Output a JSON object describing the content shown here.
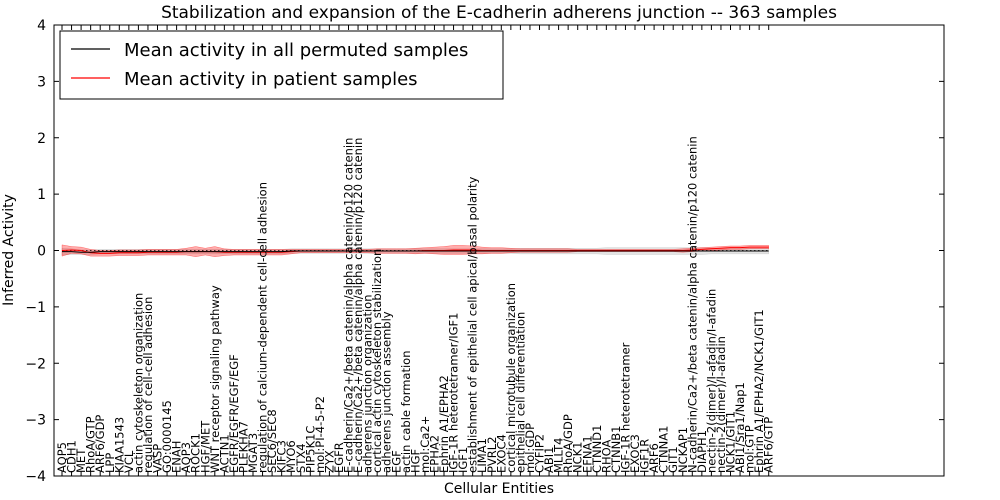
{
  "chart_data": {
    "type": "line",
    "title": "Stabilization and expansion of the E-cadherin adherens junction -- 363 samples",
    "xlabel": "Cellular Entities",
    "ylabel": "Inferred Activity",
    "ylim": [
      -4,
      4
    ],
    "yticks": [
      -4,
      -3,
      -2,
      -1,
      0,
      1,
      2,
      3,
      4
    ],
    "grid": false,
    "legend_position": "top-left",
    "categories": [
      "AQP5",
      "CDH1",
      "MET",
      "RhoA/GTP",
      "ARF6/GDP",
      "LPP",
      "KIAA1543",
      "VCL",
      "actin cytoskeleton organization",
      "regulation of cell-cell adhesion",
      "VASP",
      "GO:0000145",
      "ENAH",
      "AQP3",
      "ROCK1",
      "HGF/MET",
      "WNT receptor signaling pathway",
      "ACTN1",
      "EGFR/EGFR/EGF/EGF",
      "PLEKHA7",
      "MGAT3",
      "regulation of calcium-dependent cell-cell adhesion",
      "SEC6/SEC8",
      "KIFC3",
      "MYO6",
      "STX4",
      "PIP5K1C",
      "mol:PI-4-5-P2",
      "ZYX",
      "EGFR",
      "E-cadherin/Ca2+/beta catenin/alpha catenin/p120 catenin",
      "E-cadherin/Ca2+/beta catenin/alpha catenin/p120 catenin",
      "adherens junction organization",
      "cortical actin cytoskeleton stabilization",
      "adherens junction assembly",
      "EGF",
      "actin cable formation",
      "HGF",
      "mol:Ca2+",
      "EPHA2",
      "Ephrin A1/EPHA2",
      "IGF-1R heterotetramer/IGF1",
      "IGF1",
      "establishment of epithelial cell apical/basal polarity",
      "LIMA1",
      "PVRL2",
      "EXOC4",
      "cortical microtubule organization",
      "epithelial cell differentiation",
      "mol:GDP",
      "CYFIP2",
      "ABI1",
      "MLLT4",
      "RhoA/GDP",
      "NCK1",
      "EFNA1",
      "CTNND1",
      "RHOA",
      "CTNNB1",
      "IGF-1R heterotetramer",
      "EXOC3",
      "IGF1R",
      "ARF6",
      "CTNNA1",
      "GIT1",
      "NCKAP1",
      "N-cadherin/Ca2+/beta catenin/alpha catenin/p120 catenin",
      "DIAPH1",
      "nectin-2(dimer)/I-afadin/I-afadin",
      "nectin-2(dimer)/I-afadin",
      "NCK1/GIT1",
      "ABI1/Sra1/Nap1",
      "mol:GTP",
      "Ephrin A1/EPHA2/NCK1/GIT1",
      "ARF6/GTP"
    ],
    "series": [
      {
        "name": "Mean activity in all permuted samples",
        "color": "#000000",
        "values": [
          -0.02,
          -0.02,
          -0.03,
          -0.03,
          -0.02,
          -0.02,
          -0.02,
          -0.02,
          -0.02,
          -0.02,
          -0.02,
          -0.02,
          -0.02,
          -0.02,
          -0.02,
          -0.02,
          -0.02,
          -0.02,
          -0.02,
          -0.02,
          -0.02,
          -0.02,
          -0.02,
          -0.02,
          -0.01,
          -0.01,
          -0.01,
          -0.01,
          -0.01,
          -0.01,
          -0.01,
          -0.01,
          -0.01,
          -0.01,
          -0.01,
          -0.01,
          -0.01,
          -0.01,
          -0.01,
          -0.01,
          -0.01,
          -0.01,
          -0.01,
          -0.01,
          -0.01,
          -0.01,
          -0.01,
          -0.01,
          -0.01,
          -0.01,
          -0.01,
          -0.01,
          -0.01,
          -0.01,
          -0.01,
          -0.01,
          -0.01,
          -0.01,
          -0.01,
          -0.01,
          -0.01,
          -0.01,
          -0.01,
          -0.01,
          -0.01,
          -0.01,
          -0.01,
          -0.01,
          -0.01,
          -0.01,
          -0.01,
          -0.01,
          -0.01,
          -0.01,
          -0.01
        ],
        "band": [
          0.06,
          0.05,
          0.04,
          0.04,
          0.04,
          0.04,
          0.04,
          0.04,
          0.04,
          0.04,
          0.04,
          0.04,
          0.04,
          0.04,
          0.04,
          0.04,
          0.04,
          0.04,
          0.04,
          0.04,
          0.04,
          0.04,
          0.04,
          0.04,
          0.04,
          0.04,
          0.04,
          0.04,
          0.04,
          0.04,
          0.04,
          0.04,
          0.04,
          0.04,
          0.04,
          0.04,
          0.04,
          0.04,
          0.04,
          0.04,
          0.04,
          0.04,
          0.04,
          0.04,
          0.04,
          0.04,
          0.04,
          0.04,
          0.05,
          0.05,
          0.05,
          0.05,
          0.05,
          0.05,
          0.05,
          0.05,
          0.05,
          0.06,
          0.06,
          0.06,
          0.06,
          0.06,
          0.06,
          0.06,
          0.06,
          0.06,
          0.06,
          0.06,
          0.05,
          0.05,
          0.05,
          0.05,
          0.05,
          0.05,
          0.05
        ]
      },
      {
        "name": "Mean activity in patient samples",
        "color": "#ff0000",
        "values": [
          0.0,
          0.01,
          0.0,
          -0.04,
          -0.05,
          -0.05,
          -0.04,
          -0.04,
          -0.04,
          -0.03,
          -0.03,
          -0.03,
          -0.03,
          -0.02,
          -0.02,
          -0.02,
          -0.02,
          -0.03,
          -0.03,
          -0.03,
          -0.03,
          -0.03,
          -0.03,
          -0.03,
          -0.02,
          -0.01,
          -0.01,
          -0.01,
          -0.01,
          -0.01,
          -0.01,
          -0.01,
          -0.01,
          -0.01,
          -0.01,
          -0.01,
          -0.01,
          -0.01,
          0.0,
          0.0,
          0.0,
          0.01,
          0.01,
          0.01,
          0.0,
          0.0,
          0.0,
          0.0,
          0.0,
          0.0,
          0.0,
          0.0,
          0.0,
          0.0,
          0.0,
          0.0,
          0.0,
          0.0,
          0.0,
          0.0,
          0.0,
          0.0,
          0.0,
          0.0,
          0.0,
          0.0,
          0.01,
          0.02,
          0.03,
          0.04,
          0.05,
          0.05,
          0.06,
          0.06,
          0.06
        ],
        "band": [
          0.1,
          0.06,
          0.06,
          0.06,
          0.05,
          0.05,
          0.05,
          0.05,
          0.05,
          0.05,
          0.05,
          0.05,
          0.05,
          0.06,
          0.09,
          0.06,
          0.09,
          0.06,
          0.05,
          0.05,
          0.05,
          0.05,
          0.05,
          0.05,
          0.04,
          0.03,
          0.03,
          0.03,
          0.03,
          0.03,
          0.03,
          0.03,
          0.03,
          0.04,
          0.04,
          0.04,
          0.04,
          0.05,
          0.05,
          0.06,
          0.07,
          0.08,
          0.08,
          0.07,
          0.06,
          0.05,
          0.05,
          0.04,
          0.03,
          0.03,
          0.03,
          0.03,
          0.03,
          0.03,
          0.02,
          0.02,
          0.02,
          0.02,
          0.02,
          0.02,
          0.02,
          0.02,
          0.02,
          0.02,
          0.02,
          0.03,
          0.03,
          0.03,
          0.03,
          0.03,
          0.03,
          0.03,
          0.03,
          0.03,
          0.03
        ]
      }
    ]
  }
}
